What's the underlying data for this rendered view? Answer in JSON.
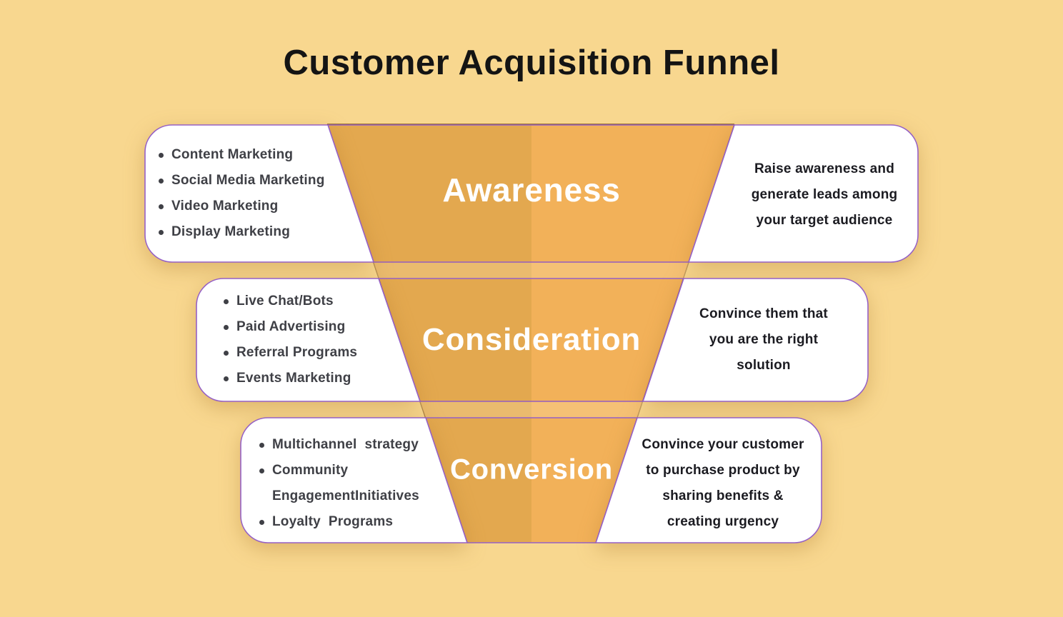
{
  "title": "Customer Acquisition Funnel",
  "colors": {
    "background": "#f8d78f",
    "funnel_left_half": "#e3a84f",
    "funnel_right_half": "#f2b159",
    "card_border_purple": "#9560c6",
    "card_fill": "#ffffff",
    "stage_label_text": "#ffffff",
    "tactic_text": "#3f4046",
    "description_text": "#1b1b21",
    "title_text": "#141414"
  },
  "funnel": {
    "shape": "trapezoid narrowing downward, split vertically into two shades at center"
  },
  "stages": [
    {
      "label": "Awareness",
      "tactics": [
        "Content Marketing",
        "Social Media Marketing",
        "Video Marketing",
        "Display Marketing"
      ],
      "description": "Raise awareness and\ngenerate leads among\nyour target audience"
    },
    {
      "label": "Consideration",
      "tactics": [
        "Live Chat/Bots",
        "Paid Advertising",
        "Referral Programs",
        "Events Marketing"
      ],
      "description": "Convince them that\nyou are the right\nsolution"
    },
    {
      "label": "Conversion",
      "tactics": [
        "Multichannel  strategy",
        "Community\nEngagementInitiatives",
        "Loyalty  Programs"
      ],
      "description": "Convince your customer\nto purchase product by\nsharing benefits &\ncreating urgency"
    }
  ]
}
